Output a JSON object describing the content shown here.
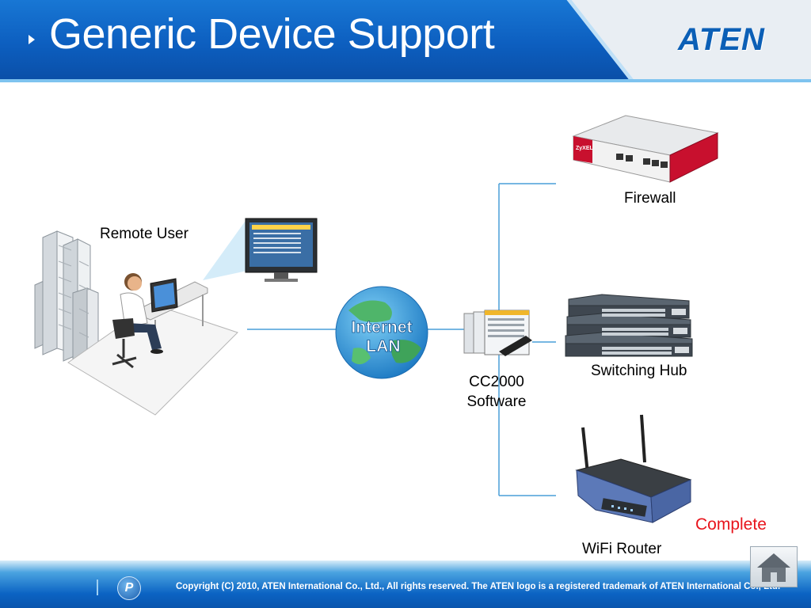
{
  "header": {
    "title": "Generic Device Support",
    "logo_text": "ATEN"
  },
  "diagram": {
    "remote_user_label": "Remote User",
    "internet_lan_line1": "Internet",
    "internet_lan_line2": "LAN",
    "software_line1": "CC2000",
    "software_line2": "Software",
    "firewall_label": "Firewall",
    "switching_hub_label": "Switching Hub",
    "wifi_router_label": "WiFi Router",
    "firewall_brand": "ZyXEL"
  },
  "complete_link": "Complete",
  "footer": {
    "badge": "P",
    "copyright": "Copyright (C) 2010, ATEN International Co., Ltd., All rights reserved. The ATEN logo is a registered trademark of ATEN International Co., Ltd."
  },
  "colors": {
    "header_blue": "#0d5fc0",
    "connector_line": "#4a9fd8",
    "complete_red": "#e8141c",
    "firewall_red": "#c8102e"
  },
  "icons": [
    "building-icon",
    "person-at-desk-icon",
    "monitor-icon",
    "globe-icon",
    "software-windows-icon",
    "firewall-device-icon",
    "switch-stack-icon",
    "wifi-router-icon",
    "home-icon"
  ]
}
